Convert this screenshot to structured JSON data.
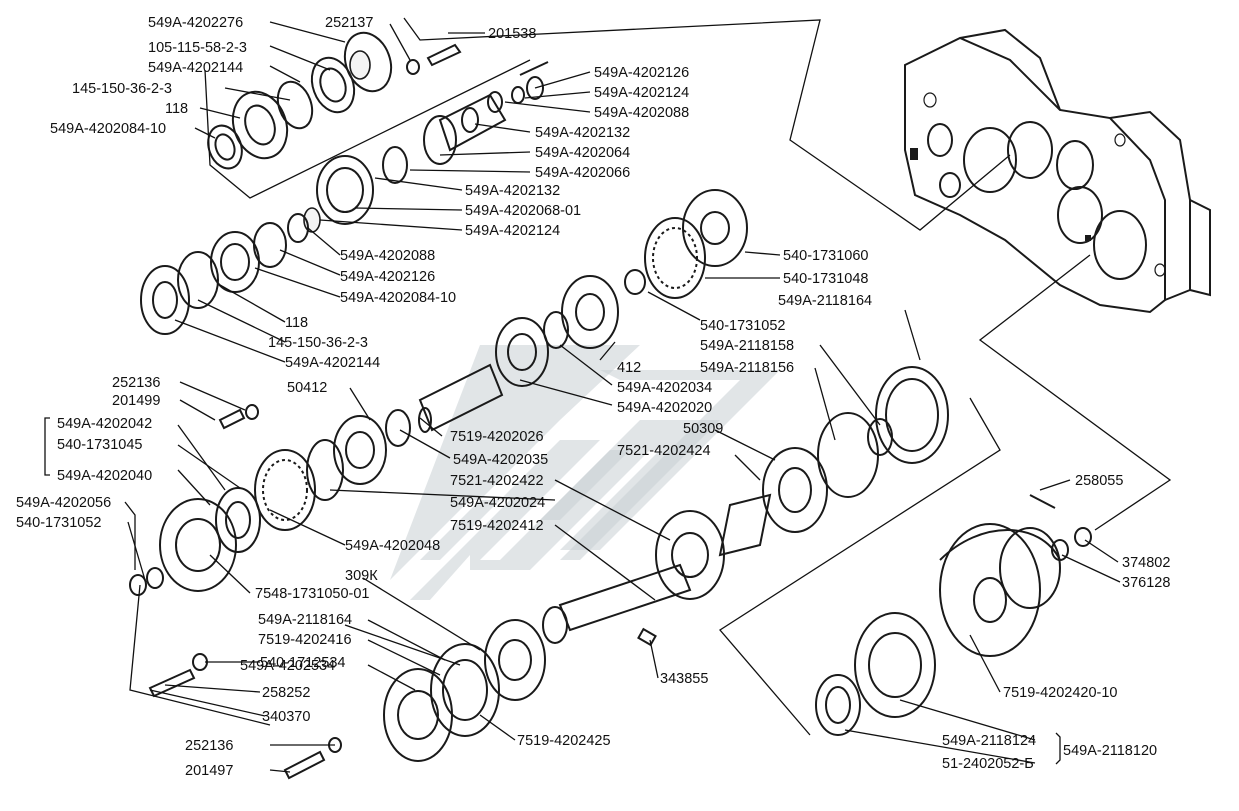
{
  "labels": {
    "p549A_4202276": "549А-4202276",
    "p252137": "252137",
    "p201538": "201538",
    "p105_115_58": "105-115-58-2-3",
    "p549A_4202144_top": "549А-4202144",
    "p145_150_top": "145-150-36-2-3",
    "p118_top": "118",
    "p549A_4202084_top": "549А-4202084-10",
    "p549A_4202126_top": "549А-4202126",
    "p549A_4202124_top": "549А-4202124",
    "p549A_4202088_top": "549А-4202088",
    "p549A_4202132_a": "549А-4202132",
    "p549A_4202064": "549А-4202064",
    "p549A_4202066": "549А-4202066",
    "p549A_4202132_b": "549А-4202132",
    "p549A_4202068": "549А-4202068-01",
    "p549A_4202124_mid": "549А-4202124",
    "p549A_4202088_mid": "549А-4202088",
    "p549A_4202126_mid": "549А-4202126",
    "p549A_4202084_mid": "549А-4202084-10",
    "p118_mid": "118",
    "p145_150_mid": "145-150-36-2-3",
    "p549A_4202144_mid": "549А-4202144",
    "p540_1731060": "540-1731060",
    "p540_1731048": "540-1731048",
    "p549A_2118164_r": "549А-2118164",
    "p540_1731052_r": "540-1731052",
    "p549A_2118158": "549А-2118158",
    "p549A_2118156": "549А-2118156",
    "p412": "412",
    "p549A_4202034": "549А-4202034",
    "p549A_4202020": "549А-4202020",
    "p252136_top": "252136",
    "p201499": "201499",
    "p50412": "50412",
    "p549A_4202042": "549А-4202042",
    "p540_1731045": "540-1731045",
    "p549A_4202040": "549А-4202040",
    "p7519_4202026": "7519-4202026",
    "p549A_4202035": "549А-4202035",
    "p50309": "50309",
    "p7521_4202424": "7521-4202424",
    "p7521_4202422": "7521-4202422",
    "p549A_4202024": "549А-4202024",
    "p7519_4202412": "7519-4202412",
    "p258055": "258055",
    "p549A_4202056": "549А-4202056",
    "p540_1731052_l": "540-1731052",
    "p549A_4202048": "549А-4202048",
    "p7548_1731050": "7548-1731050-01",
    "p374802": "374802",
    "p376128": "376128",
    "p309K": "309К",
    "p549A_2118164_b": "549А-2118164",
    "p7519_4202416": "7519-4202416",
    "p540_1712534": "540-1712534",
    "p549A_4202534": "549А-4202534",
    "p343855": "343855",
    "p258252": "258252",
    "p340370": "340370",
    "p7519_4202420": "7519-4202420-10",
    "p252136_bot": "252136",
    "p201497": "201497",
    "p7519_4202425": "7519-4202425",
    "p549A_2118124": "549А-2118124",
    "p51_2402052": "51-2402052-Б",
    "p549A_2118120": "549А-2118120"
  }
}
